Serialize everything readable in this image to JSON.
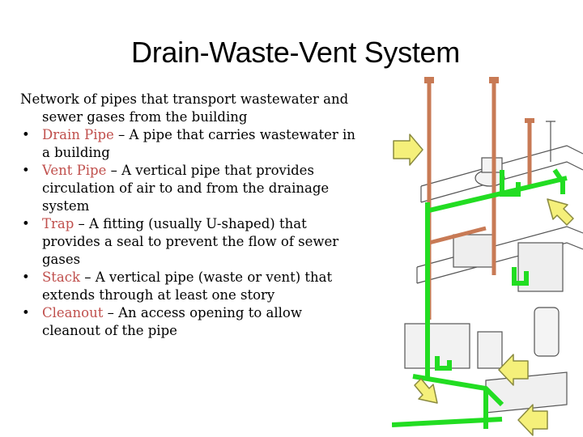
{
  "slide": {
    "title": "Drain-Waste-Vent System",
    "intro_line1": "Network of pipes that transport wastewater and",
    "intro_line2": "sewer gases from the building",
    "bullet_glyph": "•",
    "term_color": "#c0504d",
    "bullets": [
      {
        "term": "Drain Pipe",
        "lines": [
          " – A pipe that carries wastewater in",
          "a building"
        ]
      },
      {
        "term": "Vent Pipe",
        "lines": [
          " – A vertical pipe that provides",
          "circulation of air to and from the drainage",
          "system"
        ]
      },
      {
        "term": "Trap",
        "lines": [
          " – A fitting (usually U-shaped) that",
          "provides a seal  to prevent the flow of sewer",
          "gases"
        ]
      },
      {
        "term": "Stack",
        "lines": [
          " – A vertical pipe (waste or vent) that",
          "extends through at least one story"
        ]
      },
      {
        "term": "Cleanout",
        "lines": [
          " – An access opening to allow",
          "cleanout of the pipe"
        ]
      }
    ]
  },
  "illustration": {
    "colors": {
      "vent_pipe": "#c87a55",
      "drain_pipe": "#22dd22",
      "arrow_fill": "#f5f07a",
      "arrow_stroke": "#8a8a40",
      "structure": "#555555"
    }
  }
}
